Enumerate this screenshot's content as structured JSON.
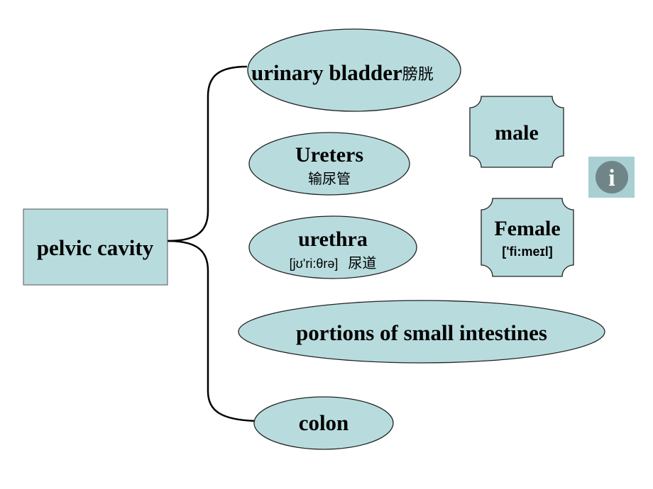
{
  "root": {
    "label": "pelvic cavity"
  },
  "branches": {
    "bladder": {
      "label": "urinary bladder",
      "cn": "膀胱"
    },
    "ureters": {
      "label": "Ureters",
      "cn": "输尿管"
    },
    "urethra": {
      "label": "urethra",
      "phonetic": "[jʊ'ri:θrə]",
      "cn": "尿道"
    },
    "intestines": {
      "label": "portions of small intestines"
    },
    "colon": {
      "label": "colon"
    }
  },
  "gender": {
    "male": {
      "label": "male"
    },
    "female": {
      "label": "Female",
      "phonetic": "['fi:meɪl]"
    }
  },
  "info_icon": {
    "glyph": "i"
  },
  "colors": {
    "fill": "#b8dcde",
    "icon_bg": "#a9cfd3",
    "icon_fg": "#6f8587"
  }
}
